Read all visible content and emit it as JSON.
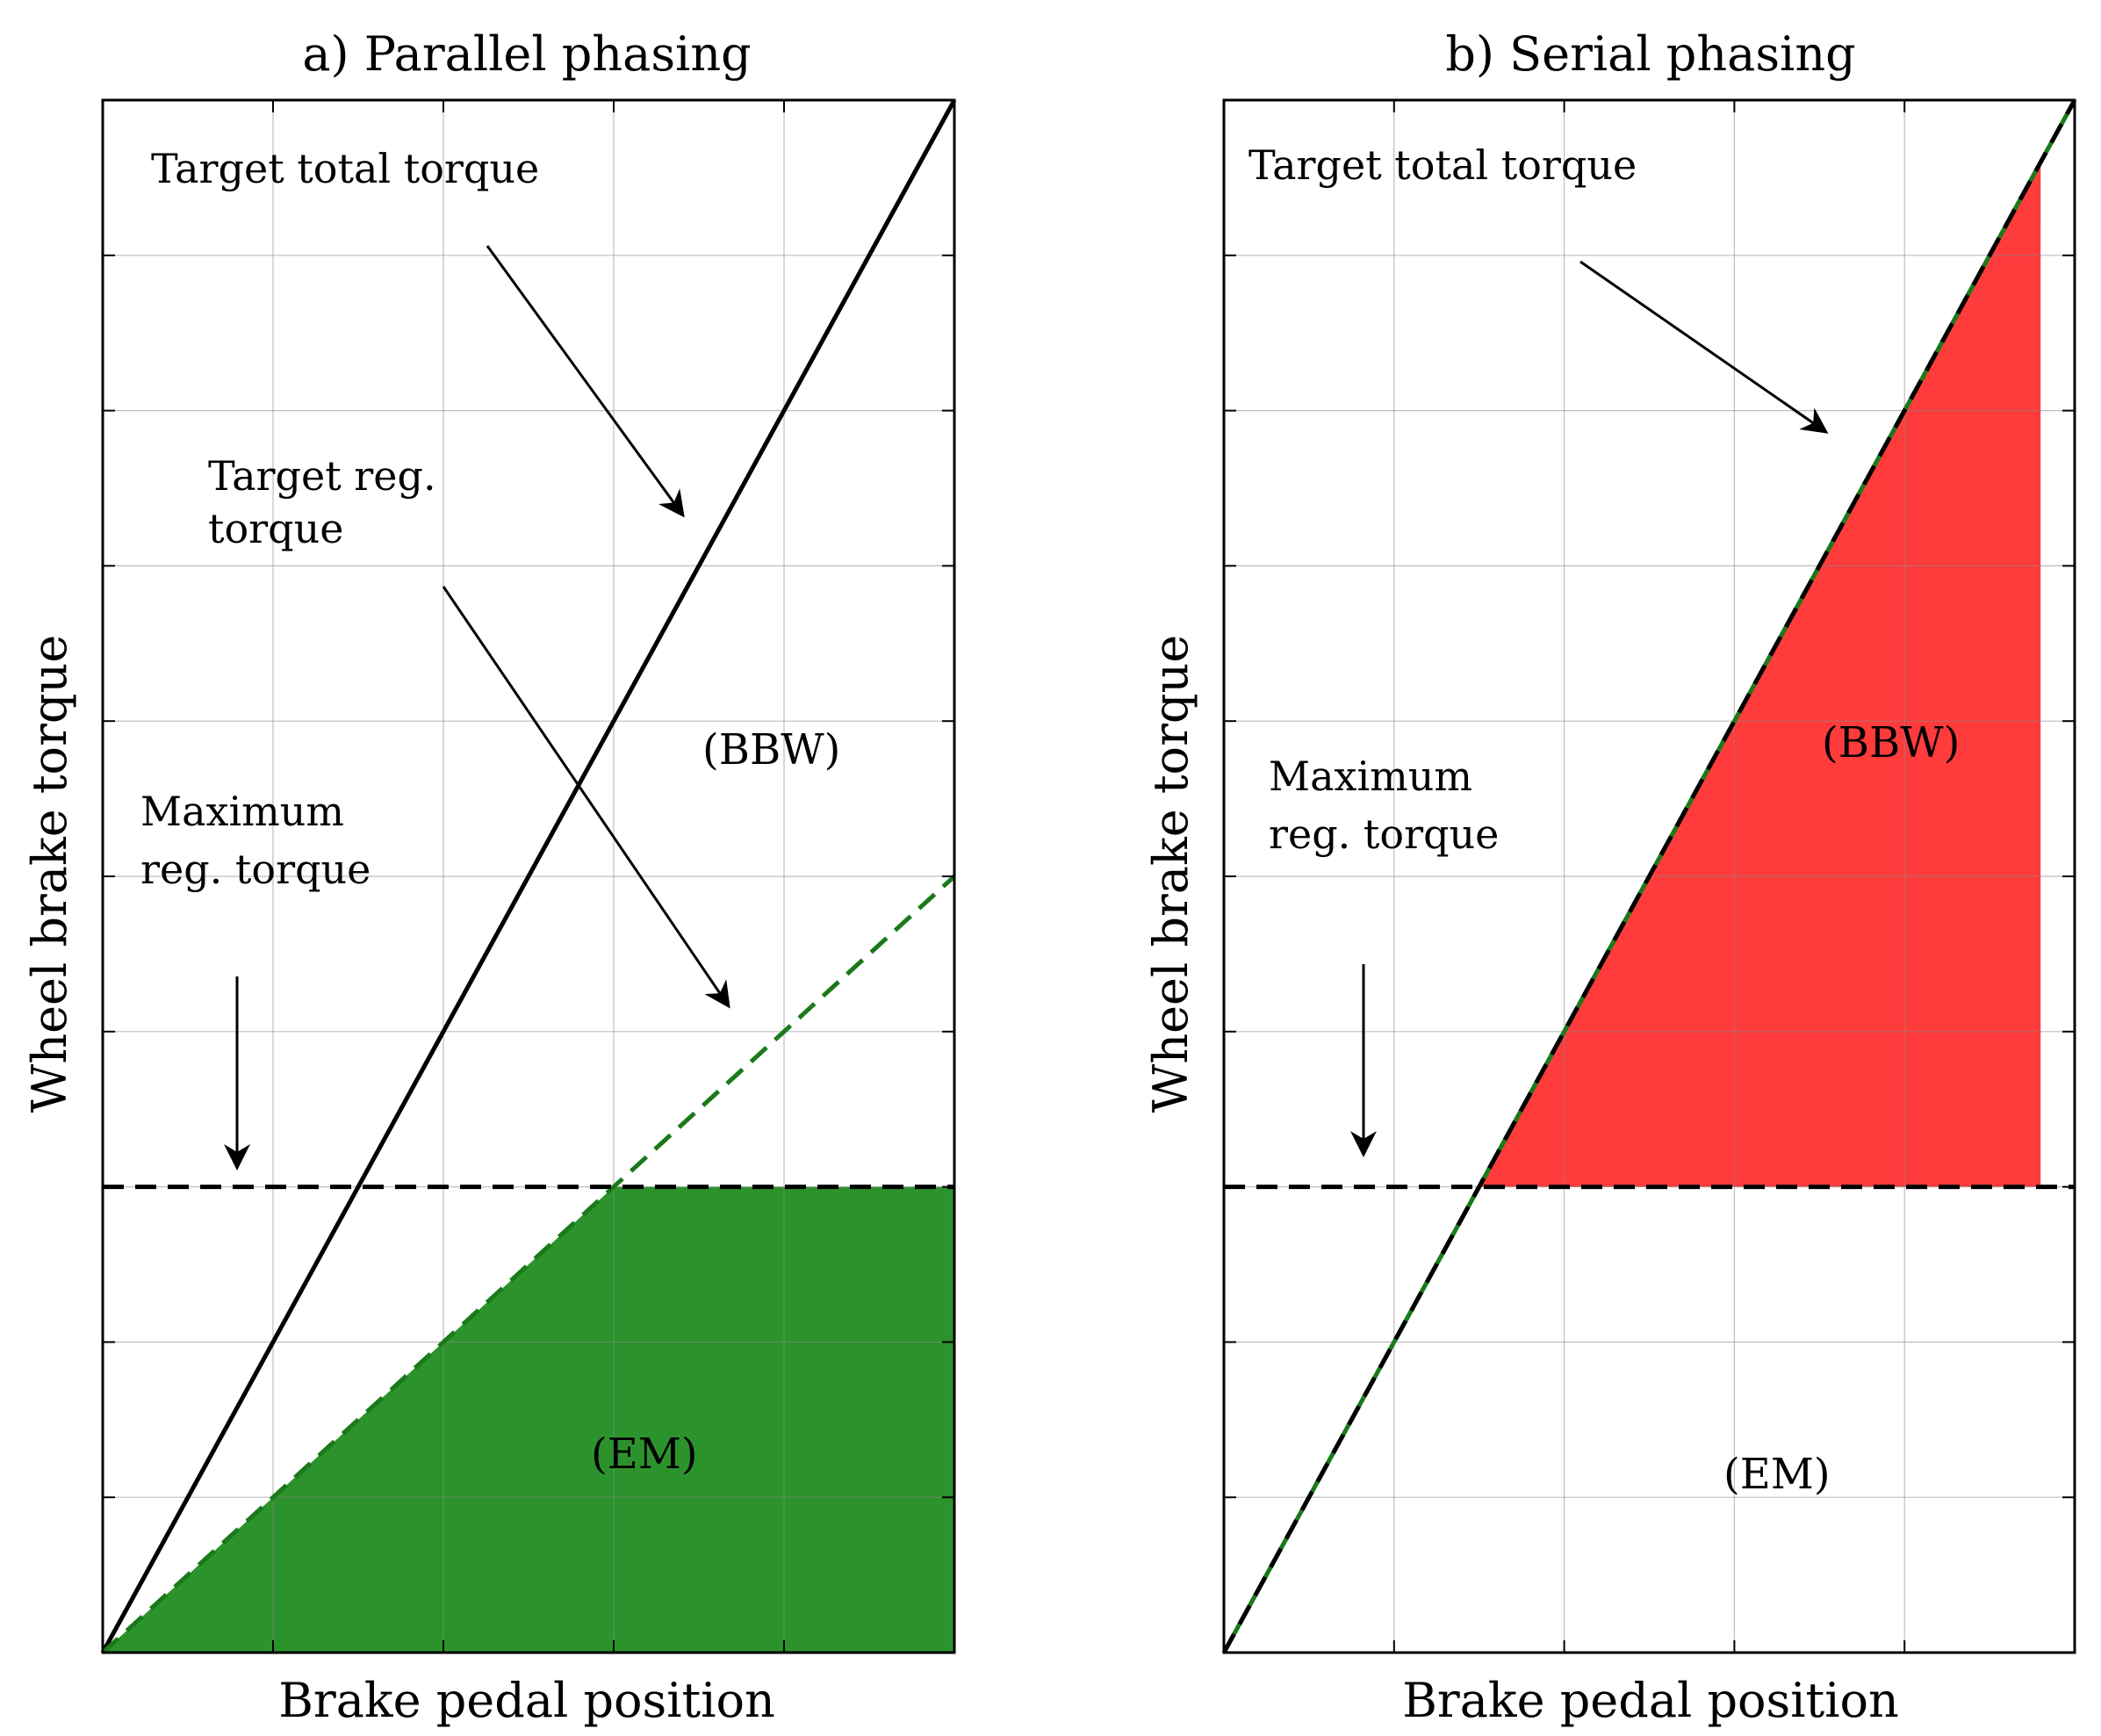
{
  "chart_data": [
    {
      "type": "line",
      "title": "a) Parallel phasing",
      "xlabel": "Brake pedal position",
      "ylabel": "Wheel brake torque",
      "xlim": [
        0,
        5
      ],
      "ylim": [
        0,
        10
      ],
      "grid": true,
      "legend": "none",
      "series": [
        {
          "x": [
            0,
            5
          ],
          "y": [
            0,
            10
          ],
          "style": "solid",
          "color": "#000000"
        },
        {
          "x": [
            0,
            5
          ],
          "y": [
            0,
            5
          ],
          "style": "dashed",
          "color": "#1a7a1a"
        },
        {
          "x": [
            0,
            5
          ],
          "y": [
            3,
            3
          ],
          "style": "dashed",
          "color": "#000000"
        }
      ],
      "regions": [
        {
          "label": "(EM)",
          "color": "#1a8a1a",
          "polygon": [
            [
              0,
              0
            ],
            [
              3,
              3
            ],
            [
              5,
              3
            ],
            [
              5,
              0
            ]
          ]
        }
      ],
      "annotations": [
        {
          "text_lines": [
            "Target total torque"
          ],
          "arrow": true
        },
        {
          "text_lines": [
            "Target reg.",
            "torque"
          ],
          "arrow": true
        },
        {
          "text_lines": [
            "Maximum",
            "reg. torque"
          ],
          "arrow": true
        },
        {
          "text_lines": [
            "(BBW)"
          ],
          "arrow": false
        }
      ]
    },
    {
      "type": "line",
      "title": "b) Serial phasing",
      "xlabel": "Brake pedal position",
      "ylabel": "Wheel brake torque",
      "xlim": [
        0,
        5
      ],
      "ylim": [
        0,
        10
      ],
      "grid": true,
      "legend": "none",
      "series": [
        {
          "x": [
            0,
            5
          ],
          "y": [
            0,
            10
          ],
          "style": "solid",
          "color": "#1a7a1a"
        },
        {
          "x": [
            0,
            5
          ],
          "y": [
            0,
            10
          ],
          "style": "dashed",
          "color": "#000000"
        },
        {
          "x": [
            0,
            5
          ],
          "y": [
            3,
            3
          ],
          "style": "dashed",
          "color": "#000000"
        }
      ],
      "regions": [
        {
          "label": "(BBW)",
          "color": "#ff2a2a",
          "polygon": [
            [
              1.5,
              3
            ],
            [
              4.8,
              9.6
            ],
            [
              4.8,
              3
            ]
          ]
        }
      ],
      "annotations": [
        {
          "text_lines": [
            "Target total torque"
          ],
          "arrow": true
        },
        {
          "text_lines": [
            "Maximum",
            "reg. torque"
          ],
          "arrow": true
        },
        {
          "text_lines": [
            "(EM)"
          ],
          "arrow": false
        }
      ]
    }
  ]
}
